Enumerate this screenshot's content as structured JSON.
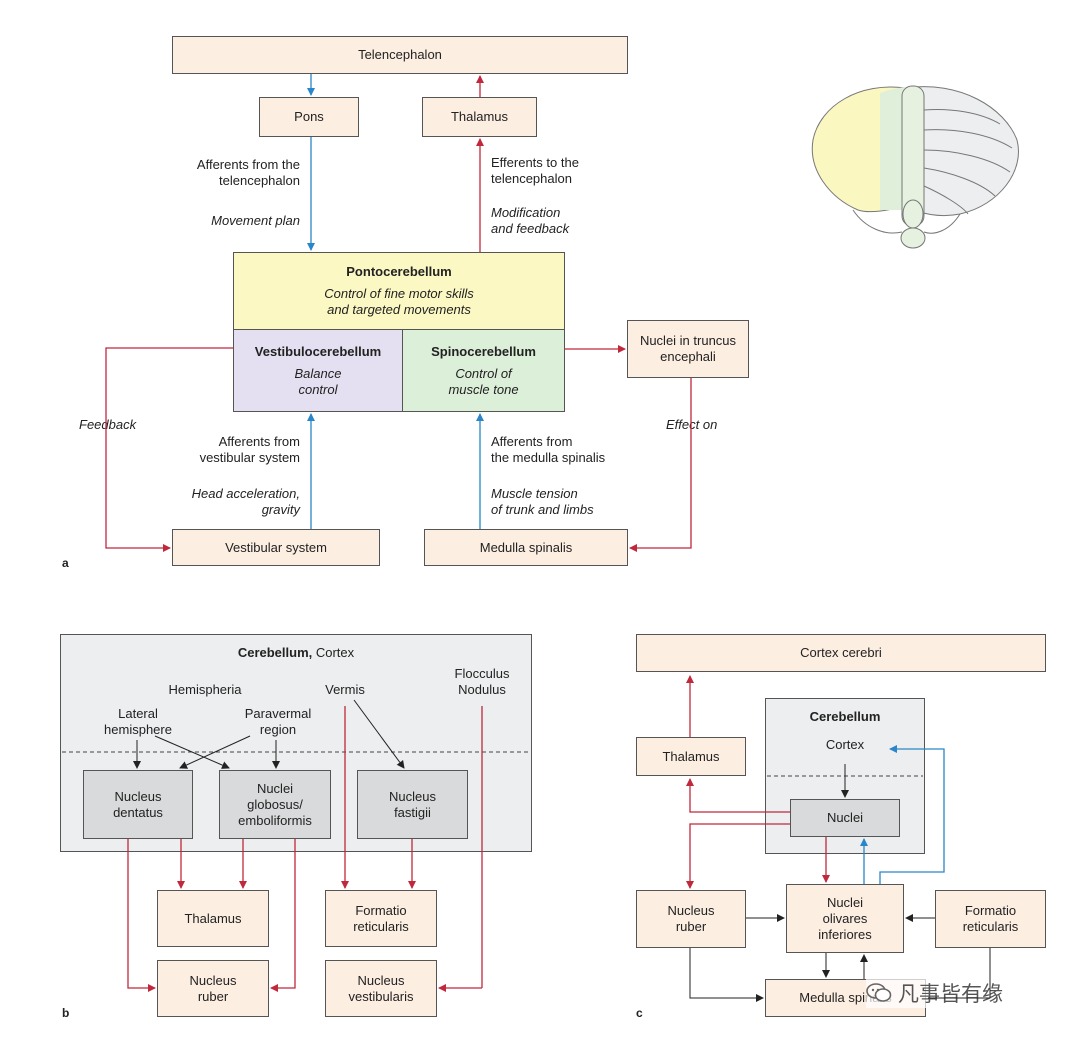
{
  "panel_a": {
    "letter": "a",
    "telencephalon": "Telencephalon",
    "pons": "Pons",
    "thalamus": "Thalamus",
    "afferents_telencephalon": "Afferents from the\ntelencephalon",
    "movement_plan": "Movement plan",
    "efferents_telencephalon": "Efferents to the\ntelencephalon",
    "modification_feedback": "Modification\nand feedback",
    "pontocerebellum_title": "Pontocerebellum",
    "pontocerebellum_desc": "Control of fine motor skills\nand targeted movements",
    "vestibulocerebellum_title": "Vestibulocerebellum",
    "vestibulocerebellum_desc": "Balance\ncontrol",
    "spinocerebellum_title": "Spinocerebellum",
    "spinocerebellum_desc": "Control of\nmuscle tone",
    "nuclei_truncus": "Nuclei in truncus\nencephali",
    "feedback": "Feedback",
    "effect_on": "Effect on",
    "afferents_vestibular": "Afferents from\nvestibular system",
    "head_acceleration": "Head acceleration,\ngravity",
    "afferents_medulla": "Afferents from\nthe medulla spinalis",
    "muscle_tension": "Muscle tension\nof trunk and limbs",
    "vestibular_system": "Vestibular system",
    "medulla_spinalis": "Medulla spinalis"
  },
  "panel_b": {
    "letter": "b",
    "cerebellum_bold": "Cerebellum,",
    "cerebellum_rest": " Cortex",
    "hemispheria": "Hemispheria",
    "vermis": "Vermis",
    "flocculus": "Flocculus\nNodulus",
    "lateral_hemisphere": "Lateral\nhemisphere",
    "paravermal_region": "Paravermal\nregion",
    "nucleus_dentatus": "Nucleus\ndentatus",
    "nuclei_globosus": "Nuclei\nglobosus/\nemboliformis",
    "nucleus_fastigii": "Nucleus\nfastigii",
    "thalamus": "Thalamus",
    "formatio_reticularis": "Formatio\nreticularis",
    "nucleus_ruber": "Nucleus\nruber",
    "nucleus_vestibularis": "Nucleus\nvestibularis"
  },
  "panel_c": {
    "letter": "c",
    "cortex_cerebri": "Cortex cerebri",
    "cerebellum": "Cerebellum",
    "cortex": "Cortex",
    "thalamus": "Thalamus",
    "nuclei": "Nuclei",
    "nucleus_ruber": "Nucleus\nruber",
    "nuclei_olivares": "Nuclei\nolivares\ninferiores",
    "formatio_reticularis": "Formatio\nreticularis",
    "medulla_spinalis": "Medulla spinalis"
  },
  "watermark": "凡事皆有缘",
  "colors": {
    "red_arrow": "#c0283c",
    "blue_arrow": "#2a86c8",
    "peach": "#fdeee2",
    "yellow": "#fbf8c4",
    "lilac": "#e4e0f1",
    "green": "#dcefd9"
  }
}
